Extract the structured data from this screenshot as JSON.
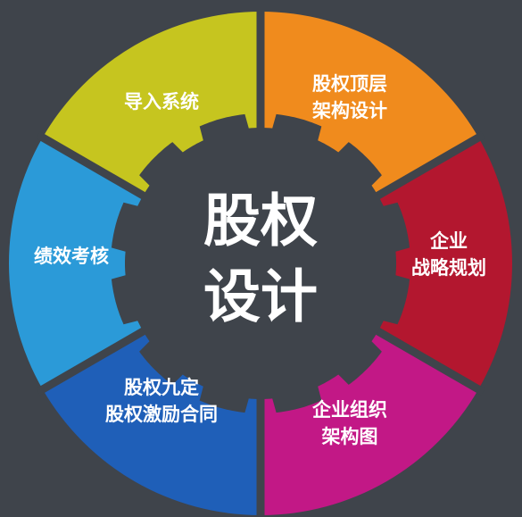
{
  "center": {
    "line1": "股权",
    "line2": "设计"
  },
  "segments": [
    {
      "id": "top-right",
      "lines": [
        "股权顶层",
        "架构设计"
      ],
      "color": "#f08b1d"
    },
    {
      "id": "right",
      "lines": [
        "企业",
        "战略规划"
      ],
      "color": "#b3172f"
    },
    {
      "id": "bottom-right",
      "lines": [
        "企业组织",
        "架构图"
      ],
      "color": "#c21886"
    },
    {
      "id": "bottom-left",
      "lines": [
        "股权九定",
        "股权激励合同"
      ],
      "color": "#1f5fb8"
    },
    {
      "id": "left",
      "lines": [
        "绩效考核"
      ],
      "color": "#2b9ad8"
    },
    {
      "id": "top-left",
      "lines": [
        "导入系统"
      ],
      "color": "#c6c51f"
    }
  ],
  "colors": {
    "background": "#3f444b",
    "gap": "#3f444b",
    "hub": "#3f444b"
  }
}
